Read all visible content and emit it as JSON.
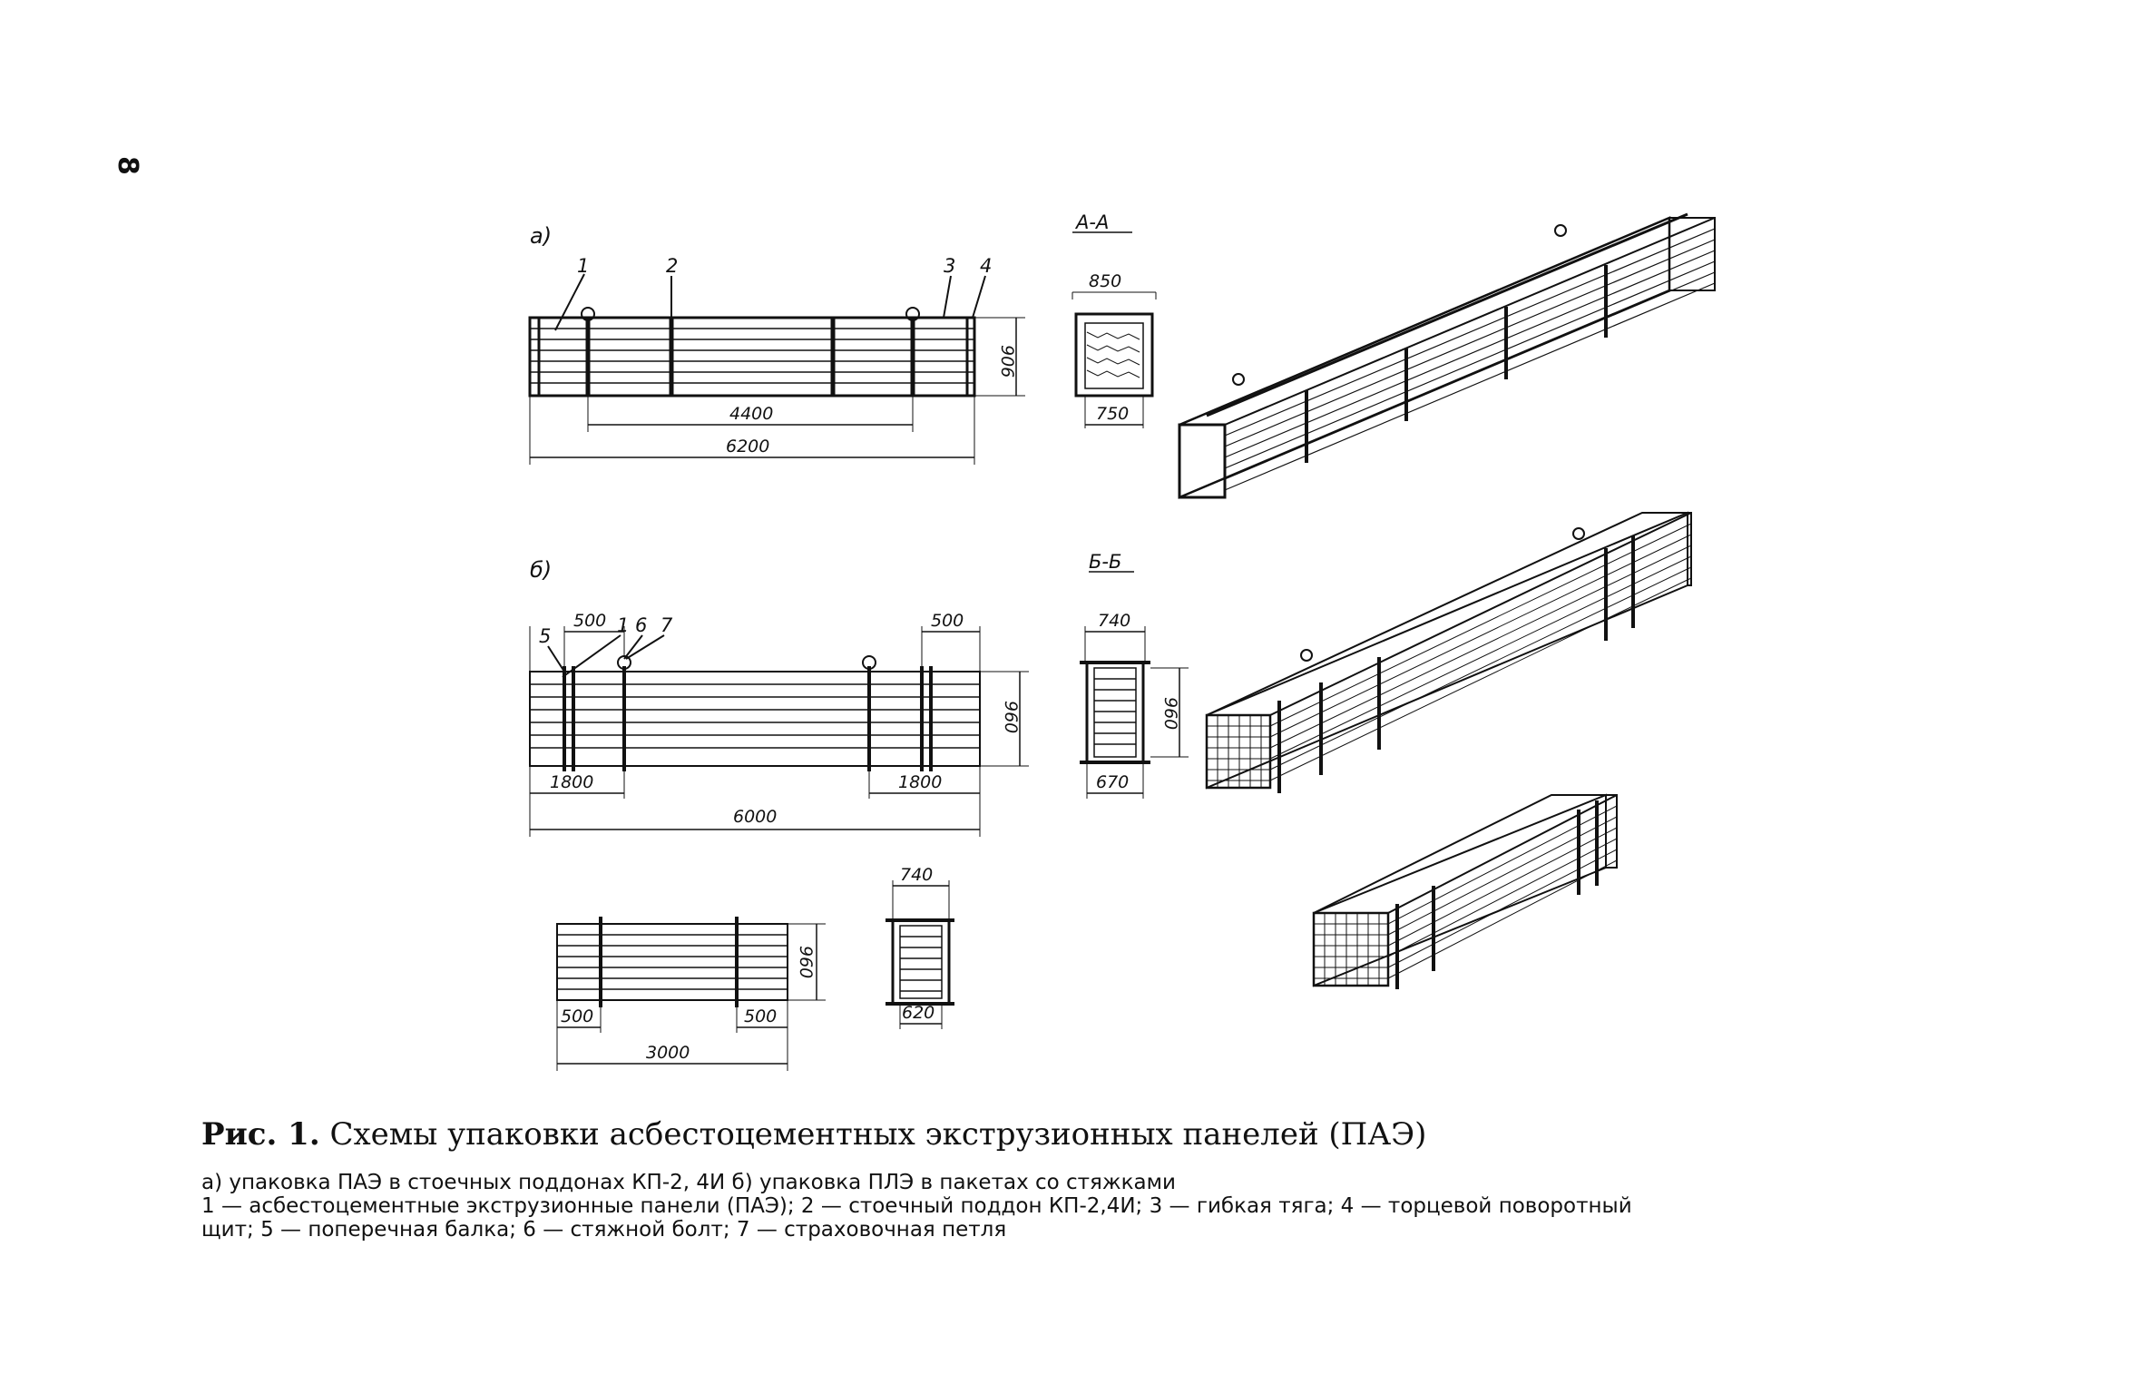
{
  "page_number": "8",
  "views": {
    "a": {
      "label": "а)",
      "callouts": [
        "1",
        "2",
        "3",
        "4"
      ],
      "dims": {
        "height": "906",
        "inner": "4400",
        "total": "6200"
      }
    },
    "section_aa": {
      "label": "А-А",
      "top": "850",
      "bottom": "750"
    },
    "b": {
      "label": "б)",
      "callouts": [
        "5",
        "1",
        "6",
        "7"
      ],
      "dims": {
        "left_top": "500",
        "right_top": "500",
        "height": "960",
        "left_bottom": "1800",
        "right_bottom": "1800",
        "total": "6000"
      }
    },
    "section_bb": {
      "label": "Б-Б",
      "top": "740",
      "height": "960",
      "bottom": "670"
    },
    "c": {
      "dims": {
        "height": "960",
        "left": "500",
        "right": "500",
        "total": "3000"
      }
    },
    "section_c": {
      "top": "740",
      "bottom": "620"
    }
  },
  "caption": {
    "prefix": "Рис. 1.",
    "title": "Схемы упаковки асбестоцементных экструзионных панелей (ПАЭ)"
  },
  "legend": {
    "line1": "а) упаковка ПАЭ в стоечных поддонах КП-2, 4И   б) упаковка ПЛЭ в пакетах со стяжками",
    "line2": "1 — асбестоцементные экструзионные панели (ПАЭ); 2 — стоечный поддон КП-2,4И; 3 — гибкая тяга; 4 — торцевой поворотный",
    "line3": "щит; 5 — поперечная балка; 6 — стяжной болт; 7 — страховочная петля"
  }
}
